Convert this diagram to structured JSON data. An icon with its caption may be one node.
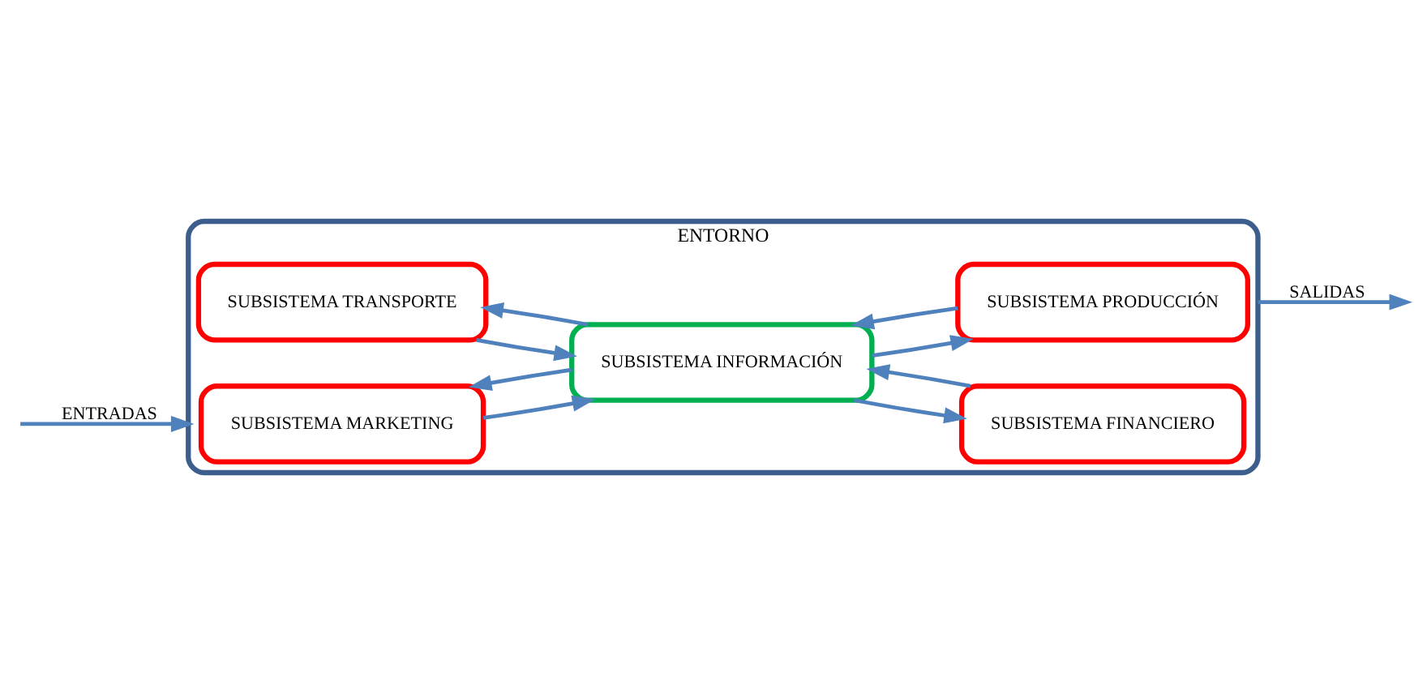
{
  "diagram": {
    "nodes": [
      {
        "text": [
          "ENTORNO"
        ]
      },
      {
        "text": [
          "SUBSISTEMA MARKETING"
        ],
        "in": 0
      },
      {
        "text": [
          "SUBSISTEMA PRODUCCIÓN"
        ],
        "in": 0
      },
      {
        "text": [
          "SUBSISTEMA INFORMACIÓN"
        ],
        "in": 0
      },
      {
        "text": [
          "SUBSISTEMA TRANSPORTE"
        ],
        "in": 0
      },
      {
        "text": [
          "SUBSISTEMA FINANCIERO"
        ],
        "in": 0
      }
    ],
    "edges": [
      {
        "from": null,
        "to": 0,
        "arrow": "to",
        "label": "ENTRADAS"
      },
      {
        "from": 1,
        "to": 3,
        "arrow": "to"
      },
      {
        "from": 3,
        "to": 1,
        "arrow": "to"
      },
      {
        "from": 2,
        "to": 3,
        "arrow": "to"
      },
      {
        "from": 3,
        "to": 2,
        "arrow": "to"
      },
      {
        "from": 4,
        "to": 3,
        "arrow": "to"
      },
      {
        "from": 3,
        "to": 4,
        "arrow": "to"
      },
      {
        "from": 5,
        "to": 3,
        "arrow": "to"
      },
      {
        "from": 3,
        "to": 5,
        "arrow": "to"
      },
      {
        "from": 0,
        "to": null,
        "arrow": "to",
        "label": "SALIDAS"
      }
    ]
  }
}
